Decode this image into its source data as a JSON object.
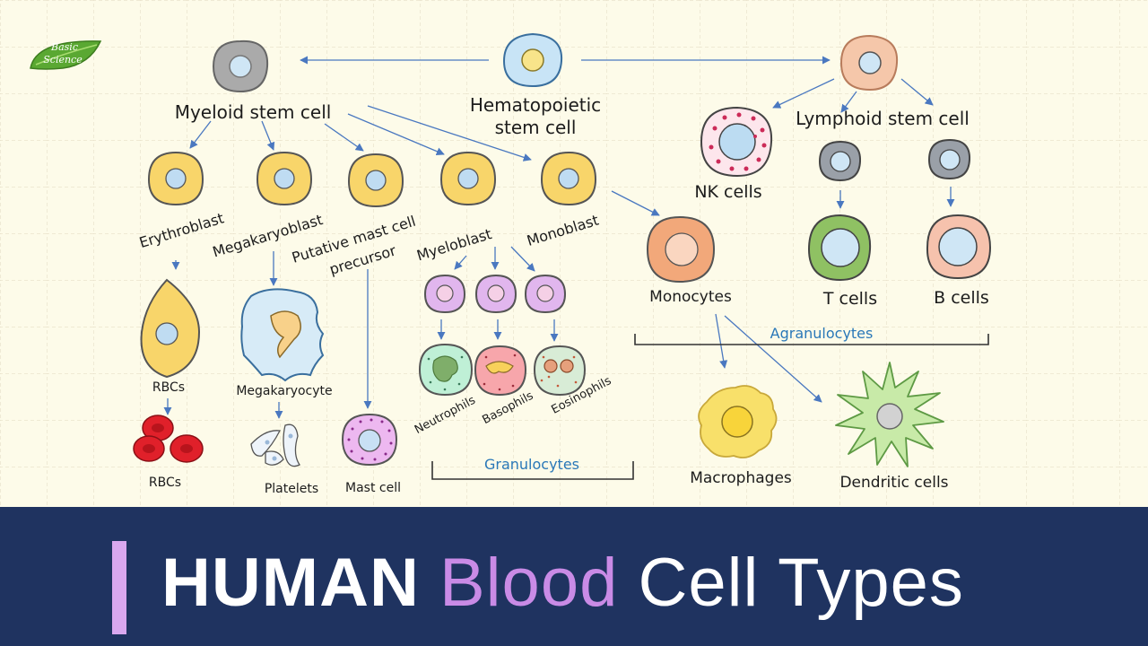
{
  "logo": {
    "line1": "Basic",
    "line2": "Science"
  },
  "labels": {
    "hsc_line1": "Hematopoietic",
    "hsc_line2": "stem cell",
    "myeloid": "Myeloid stem cell",
    "lymphoid": "Lymphoid stem cell",
    "nk": "NK cells",
    "erythroblast": "Erythroblast",
    "megakaryoblast": "Megakaryoblast",
    "putative_line1": "Putative mast cell",
    "putative_line2": "precursor",
    "myeloblast": "Myeloblast",
    "monoblast": "Monoblast",
    "monocytes": "Monocytes",
    "t_cells": "T cells",
    "b_cells": "B cells",
    "agranulocytes": "Agranulocytes",
    "rbcs_upper": "RBCs",
    "megakaryocyte": "Megakaryocyte",
    "neutrophils": "Neutrophils",
    "basophils": "Basophils",
    "eosinophils": "Eosinophils",
    "rbcs_lower": "RBCs",
    "platelets": "Platelets",
    "mast_cell": "Mast cell",
    "granulocytes": "Granulocytes",
    "macrophages": "Macrophages",
    "dendritic": "Dendritic cells"
  },
  "title": {
    "word1": "HUMAN",
    "word2": "Blood",
    "word3": "Cell Types"
  },
  "colors": {
    "background": "#fdfbe9",
    "banner": "#1f3360",
    "accent": "#c98be6",
    "arrow": "#4a78c0",
    "group_label": "#2a78b8"
  }
}
